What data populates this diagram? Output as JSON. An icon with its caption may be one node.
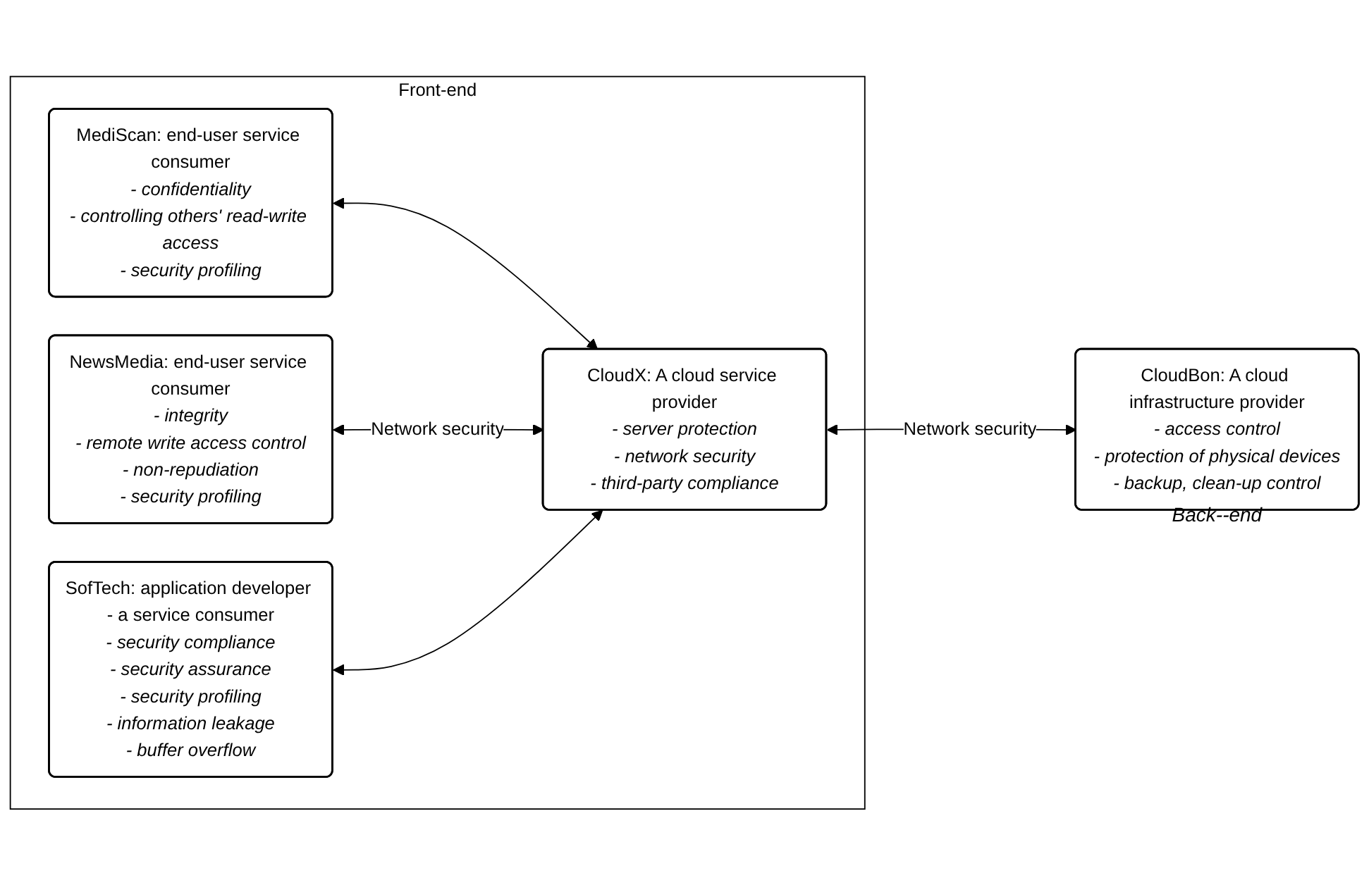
{
  "diagram": {
    "nodes": [
      {
        "text": [
          "Front-end"
        ]
      },
      {
        "text": [
          "MediScan: end-user service consumer",
          "- confidentiality",
          "- controlling others' read-write access",
          "- security profiling"
        ],
        "in": 0
      },
      {
        "text": [
          "NewsMedia: end-user service consumer",
          "- integrity",
          "- remote write access control",
          "- non-repudiation",
          "- security profiling"
        ],
        "in": 0
      },
      {
        "text": [
          "SofTech: application developer - a service consumer",
          "- security compliance",
          "- security assurance",
          "- security profiling",
          "- information leakage",
          "- buffer overflow"
        ],
        "in": 0
      },
      {
        "text": [
          "CloudX: A cloud service provider",
          "- server protection",
          "- network security",
          "- third-party compliance"
        ],
        "in": 0
      },
      {
        "text": [
          "CloudBon: A cloud infrastructure provider",
          "- access control",
          "- protection of physical devices",
          "- backup, clean-up control"
        ],
        "beside": [
          "Back--end"
        ]
      }
    ],
    "edges": [
      {
        "from": 1,
        "to": 4,
        "arrow": "both"
      },
      {
        "from": 2,
        "to": 4,
        "arrow": "both",
        "label": "Network security"
      },
      {
        "from": 3,
        "to": 4,
        "arrow": "both"
      },
      {
        "from": 4,
        "to": 5,
        "arrow": "both",
        "label": "Network security"
      }
    ]
  }
}
